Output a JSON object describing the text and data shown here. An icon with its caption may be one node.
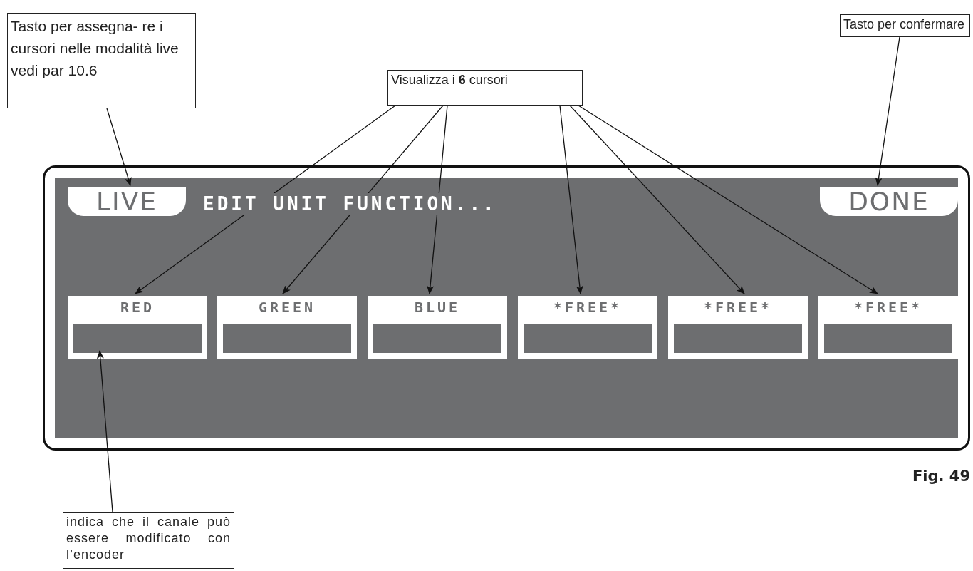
{
  "diagram": {
    "nodes": [
      {
        "text": [
          "Tasto per assegna- re i cursori nelle modalità live vedi par 10.6"
        ]
      },
      {
        "text": [
          "Visualizza i **6** cursori"
        ]
      },
      {
        "text": [
          "Tasto per confermare"
        ]
      },
      {
        "text": [
          "EDIT UNIT FUNCTION..."
        ]
      },
      {
        "text": [
          "LIVE"
        ],
        "in": 3
      },
      {
        "text": [
          "DONE"
        ],
        "in": 3
      },
      {
        "text": [
          "RED"
        ],
        "in": 3
      },
      {
        "text": [],
        "shape": "box",
        "in": 6
      },
      {
        "text": [
          "GREEN"
        ],
        "in": 3
      },
      {
        "text": [],
        "shape": "box",
        "in": 8
      },
      {
        "text": [
          "BLUE"
        ],
        "in": 3
      },
      {
        "text": [],
        "shape": "box",
        "in": 10
      },
      {
        "text": [
          "*FREE*"
        ],
        "in": 3
      },
      {
        "text": [],
        "shape": "box",
        "in": 12
      },
      {
        "text": [
          "*FREE*"
        ],
        "in": 3
      },
      {
        "text": [],
        "shape": "box",
        "in": 14
      },
      {
        "text": [
          "*FREE*"
        ],
        "in": 3
      },
      {
        "text": [],
        "shape": "box",
        "in": 16
      },
      {
        "text": [
          "indica che il canale può essere modificato con l’encoder"
        ]
      }
    ],
    "edges": [
      {
        "from": 0,
        "to": 4,
        "arrow": "to"
      },
      {
        "from": 1,
        "to": 6,
        "arrow": "to"
      },
      {
        "from": 1,
        "to": 8,
        "arrow": "to"
      },
      {
        "from": 1,
        "to": 10,
        "arrow": "to"
      },
      {
        "from": 1,
        "to": 12,
        "arrow": "to"
      },
      {
        "from": 1,
        "to": 14,
        "arrow": "to"
      },
      {
        "from": 1,
        "to": 16,
        "arrow": "to"
      },
      {
        "from": 2,
        "to": 5,
        "arrow": "to"
      },
      {
        "from": 18,
        "to": 7,
        "arrow": "to"
      }
    ],
    "labels": [
      "Fig. 49"
    ]
  }
}
